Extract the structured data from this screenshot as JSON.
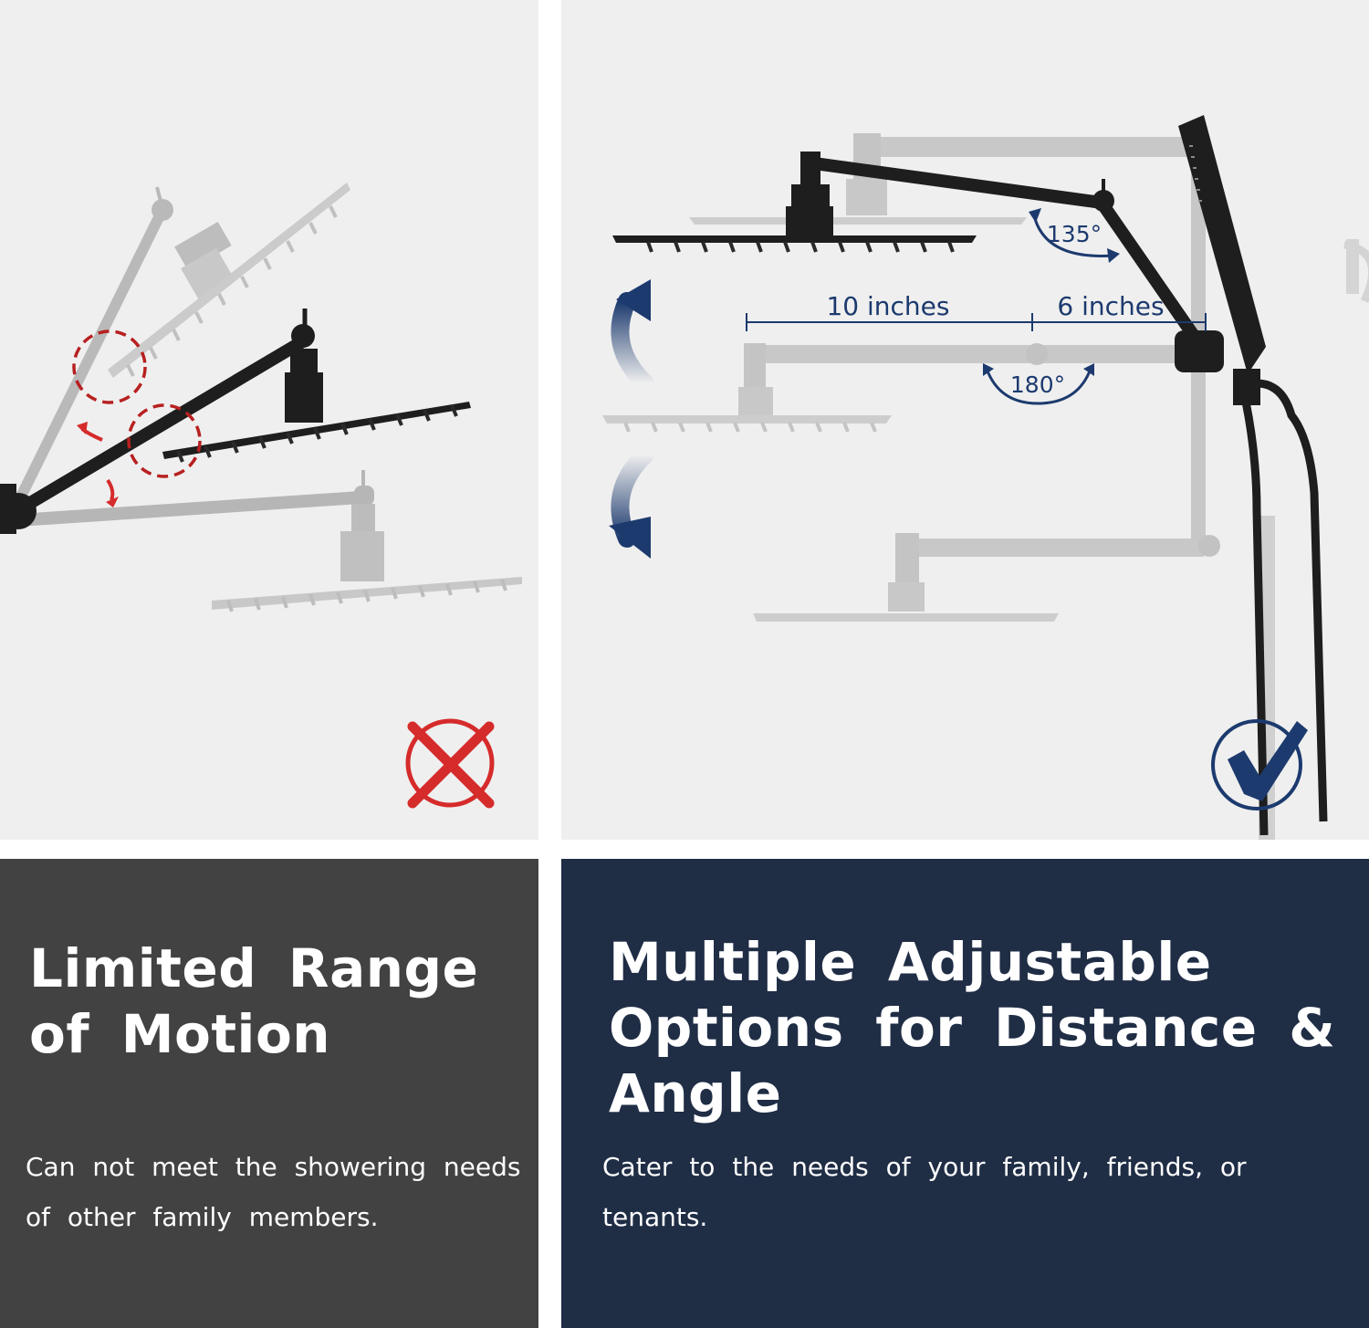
{
  "left_panel": {
    "heading": "Limited Range of Motion",
    "description": "Can not meet the showering needs of other family members.",
    "status_icon": "cross-icon",
    "accent_color": "#d62b2b"
  },
  "right_panel": {
    "heading": "Multiple Adjustable Options for Distance & Angle",
    "description": "Cater to the needs of your family, friends, or tenants.",
    "status_icon": "check-icon",
    "accent_color": "#1c3a6e",
    "labels": {
      "distance_a": "10 inches",
      "distance_b": "6 inches",
      "angle_top": "135°",
      "angle_middle": "180°"
    }
  },
  "colors": {
    "image_bg": "#efefef",
    "left_text_bg": "#424242",
    "right_text_bg": "#1f2d45",
    "faded_fixture": "#bdbdbd",
    "dark_fixture": "#1e1e1e"
  }
}
